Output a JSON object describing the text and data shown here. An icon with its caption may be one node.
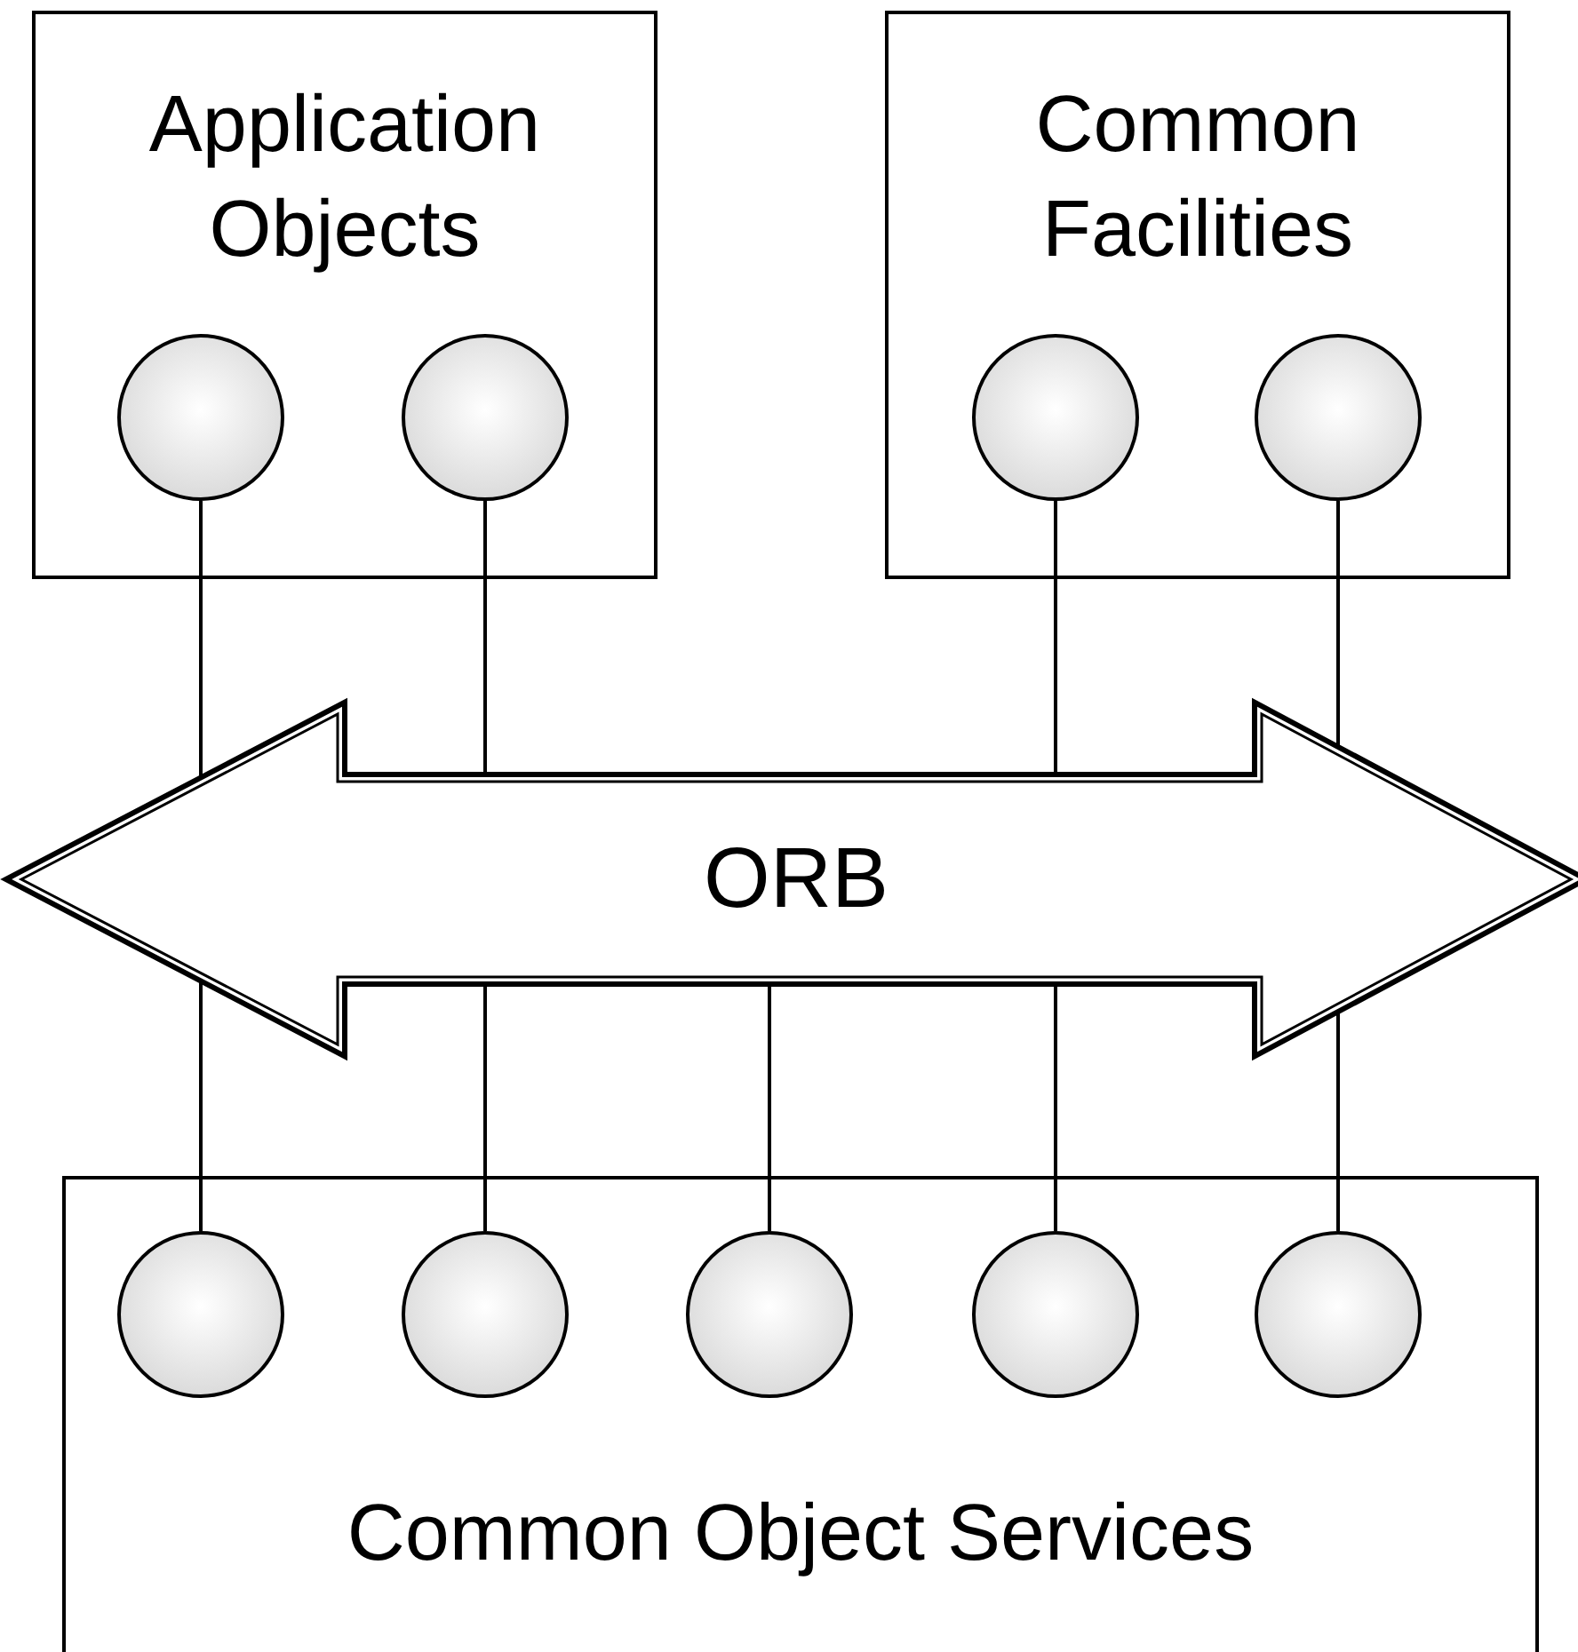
{
  "diagram": {
    "nodes": [
      {
        "text": [
          "Application Objects"
        ]
      },
      {
        "text": [],
        "shape": "circle",
        "in": 0
      },
      {
        "text": [],
        "shape": "circle",
        "in": 0
      },
      {
        "text": [
          "Common Facilities"
        ]
      },
      {
        "text": [],
        "shape": "circle",
        "in": 3
      },
      {
        "text": [],
        "shape": "circle",
        "in": 3
      },
      {
        "text": [
          "ORB"
        ]
      },
      {
        "text": [
          "Common Object Services"
        ]
      },
      {
        "text": [],
        "shape": "circle",
        "in": 7
      },
      {
        "text": [],
        "shape": "circle",
        "in": 7
      },
      {
        "text": [],
        "shape": "circle",
        "in": 7
      },
      {
        "text": [],
        "shape": "circle",
        "in": 7
      },
      {
        "text": [],
        "shape": "circle",
        "in": 7
      }
    ],
    "edges": [
      {
        "from": 1,
        "to": 6,
        "arrow": "none"
      },
      {
        "from": 2,
        "to": 6,
        "arrow": "none"
      },
      {
        "from": 4,
        "to": 6,
        "arrow": "none"
      },
      {
        "from": 5,
        "to": 6,
        "arrow": "none"
      },
      {
        "from": 6,
        "to": 8,
        "arrow": "none"
      },
      {
        "from": 6,
        "to": 9,
        "arrow": "none"
      },
      {
        "from": 6,
        "to": 10,
        "arrow": "none"
      },
      {
        "from": 6,
        "to": 11,
        "arrow": "none"
      },
      {
        "from": 6,
        "to": 12,
        "arrow": "none"
      }
    ]
  }
}
